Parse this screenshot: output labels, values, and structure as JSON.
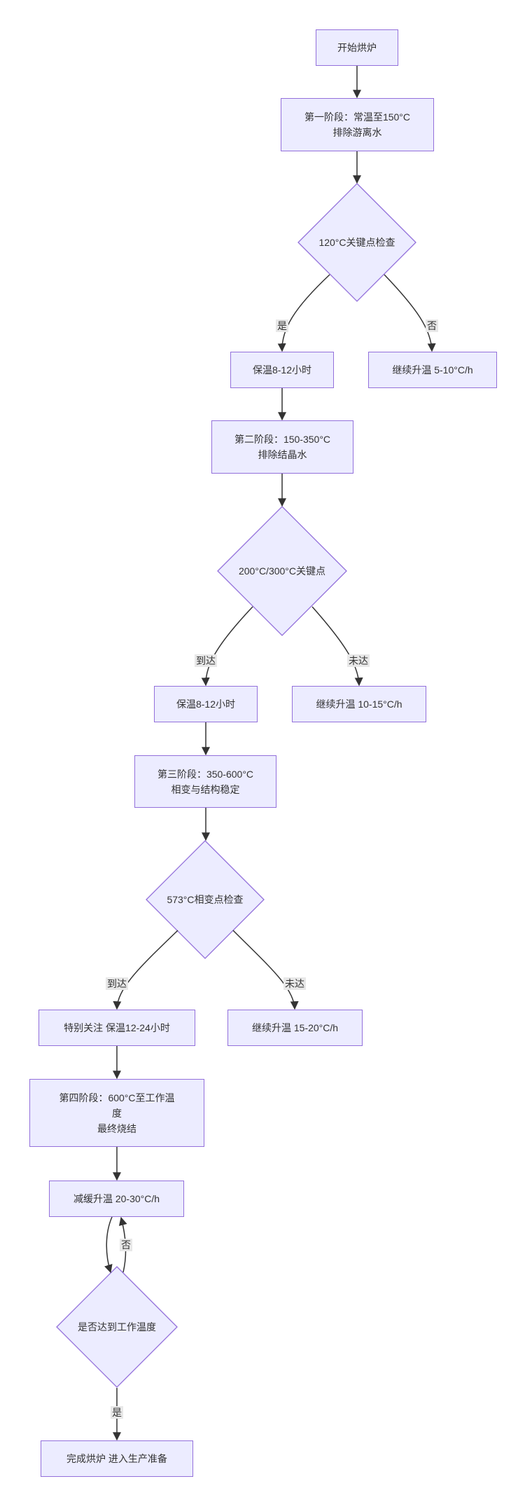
{
  "colors": {
    "node_fill": "#ececff",
    "node_stroke": "#9370db",
    "edge": "#333333",
    "edge_label_bg": "#e8e8e8",
    "text": "#333333"
  },
  "nodes": {
    "start": "开始烘炉",
    "stage1": "第一阶段：常温至150°C\n排除游离水",
    "check120": "120°C关键点检查",
    "hold1": "保温8-12小时",
    "rate1": "继续升温 5-10°C/h",
    "stage2": "第二阶段：150-350°C\n排除结晶水",
    "check200": "200°C/300°C关键点",
    "hold2": "保温8-12小时",
    "rate2": "继续升温 10-15°C/h",
    "stage3": "第三阶段：350-600°C\n相变与结构稳定",
    "check573": "573°C相变点检查",
    "hold3": "特别关注 保温12-24小时",
    "rate3": "继续升温 15-20°C/h",
    "stage4": "第四阶段：600°C至工作温\n度\n最终烧结",
    "slow": "减缓升温 20-30°C/h",
    "reached": "是否达到工作温度",
    "done": "完成烘炉 进入生产准备"
  },
  "edge_labels": {
    "yes1": "是",
    "no1": "否",
    "arrive2": "到达",
    "notarrive2": "未达",
    "arrive3": "到达",
    "notarrive3": "未达",
    "no_loop": "否",
    "yes_done": "是"
  }
}
